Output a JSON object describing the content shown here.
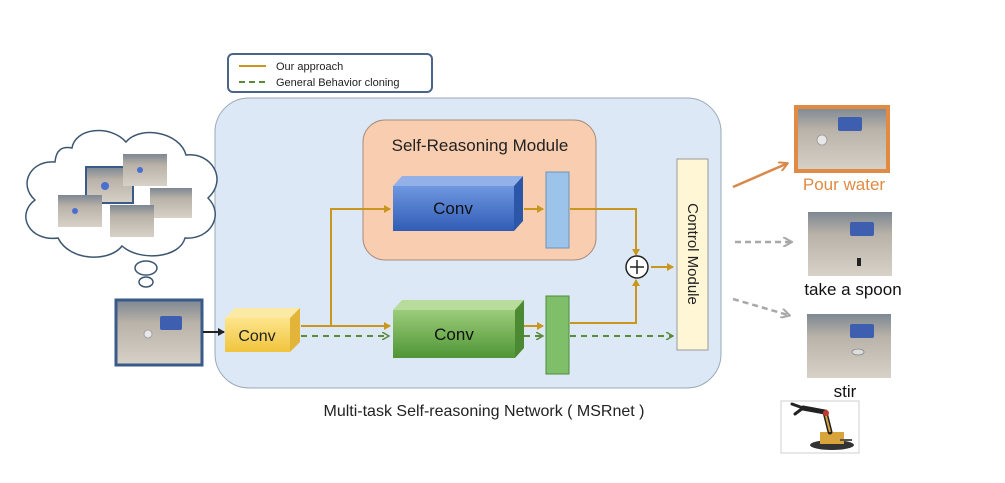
{
  "legend": {
    "our_approach": "Our approach",
    "general_bc": "General Behavior cloning"
  },
  "network": {
    "caption": "Multi-task Self-reasoning Network ( MSRnet )",
    "input_conv": "Conv",
    "self_reasoning_module": {
      "title": "Self-Reasoning Module",
      "conv": "Conv"
    },
    "bc_conv": "Conv",
    "control_module": "Control Module",
    "combine_symbol": "+"
  },
  "outputs": [
    {
      "label": "Pour water",
      "selected": true
    },
    {
      "label": "take a spoon",
      "selected": false
    },
    {
      "label": "stir",
      "selected": false
    }
  ],
  "colors": {
    "our_approach": "#c9971e",
    "general_bc": "#5b8a3a",
    "inactive_arrow": "#a8a8a8",
    "selected_output": "#e08a44",
    "network_bg": "#dce8f5",
    "self_reasoning_bg": "#f8cdb0",
    "conv_blue": "#3f6fc9",
    "conv_green": "#6aaa48",
    "conv_yellow": "#f5d35a",
    "control_module_bg": "#fff6d6",
    "image_frame": "#3a5a8a"
  },
  "icons": [
    "thought-cloud-icon",
    "robot-arm-icon"
  ]
}
